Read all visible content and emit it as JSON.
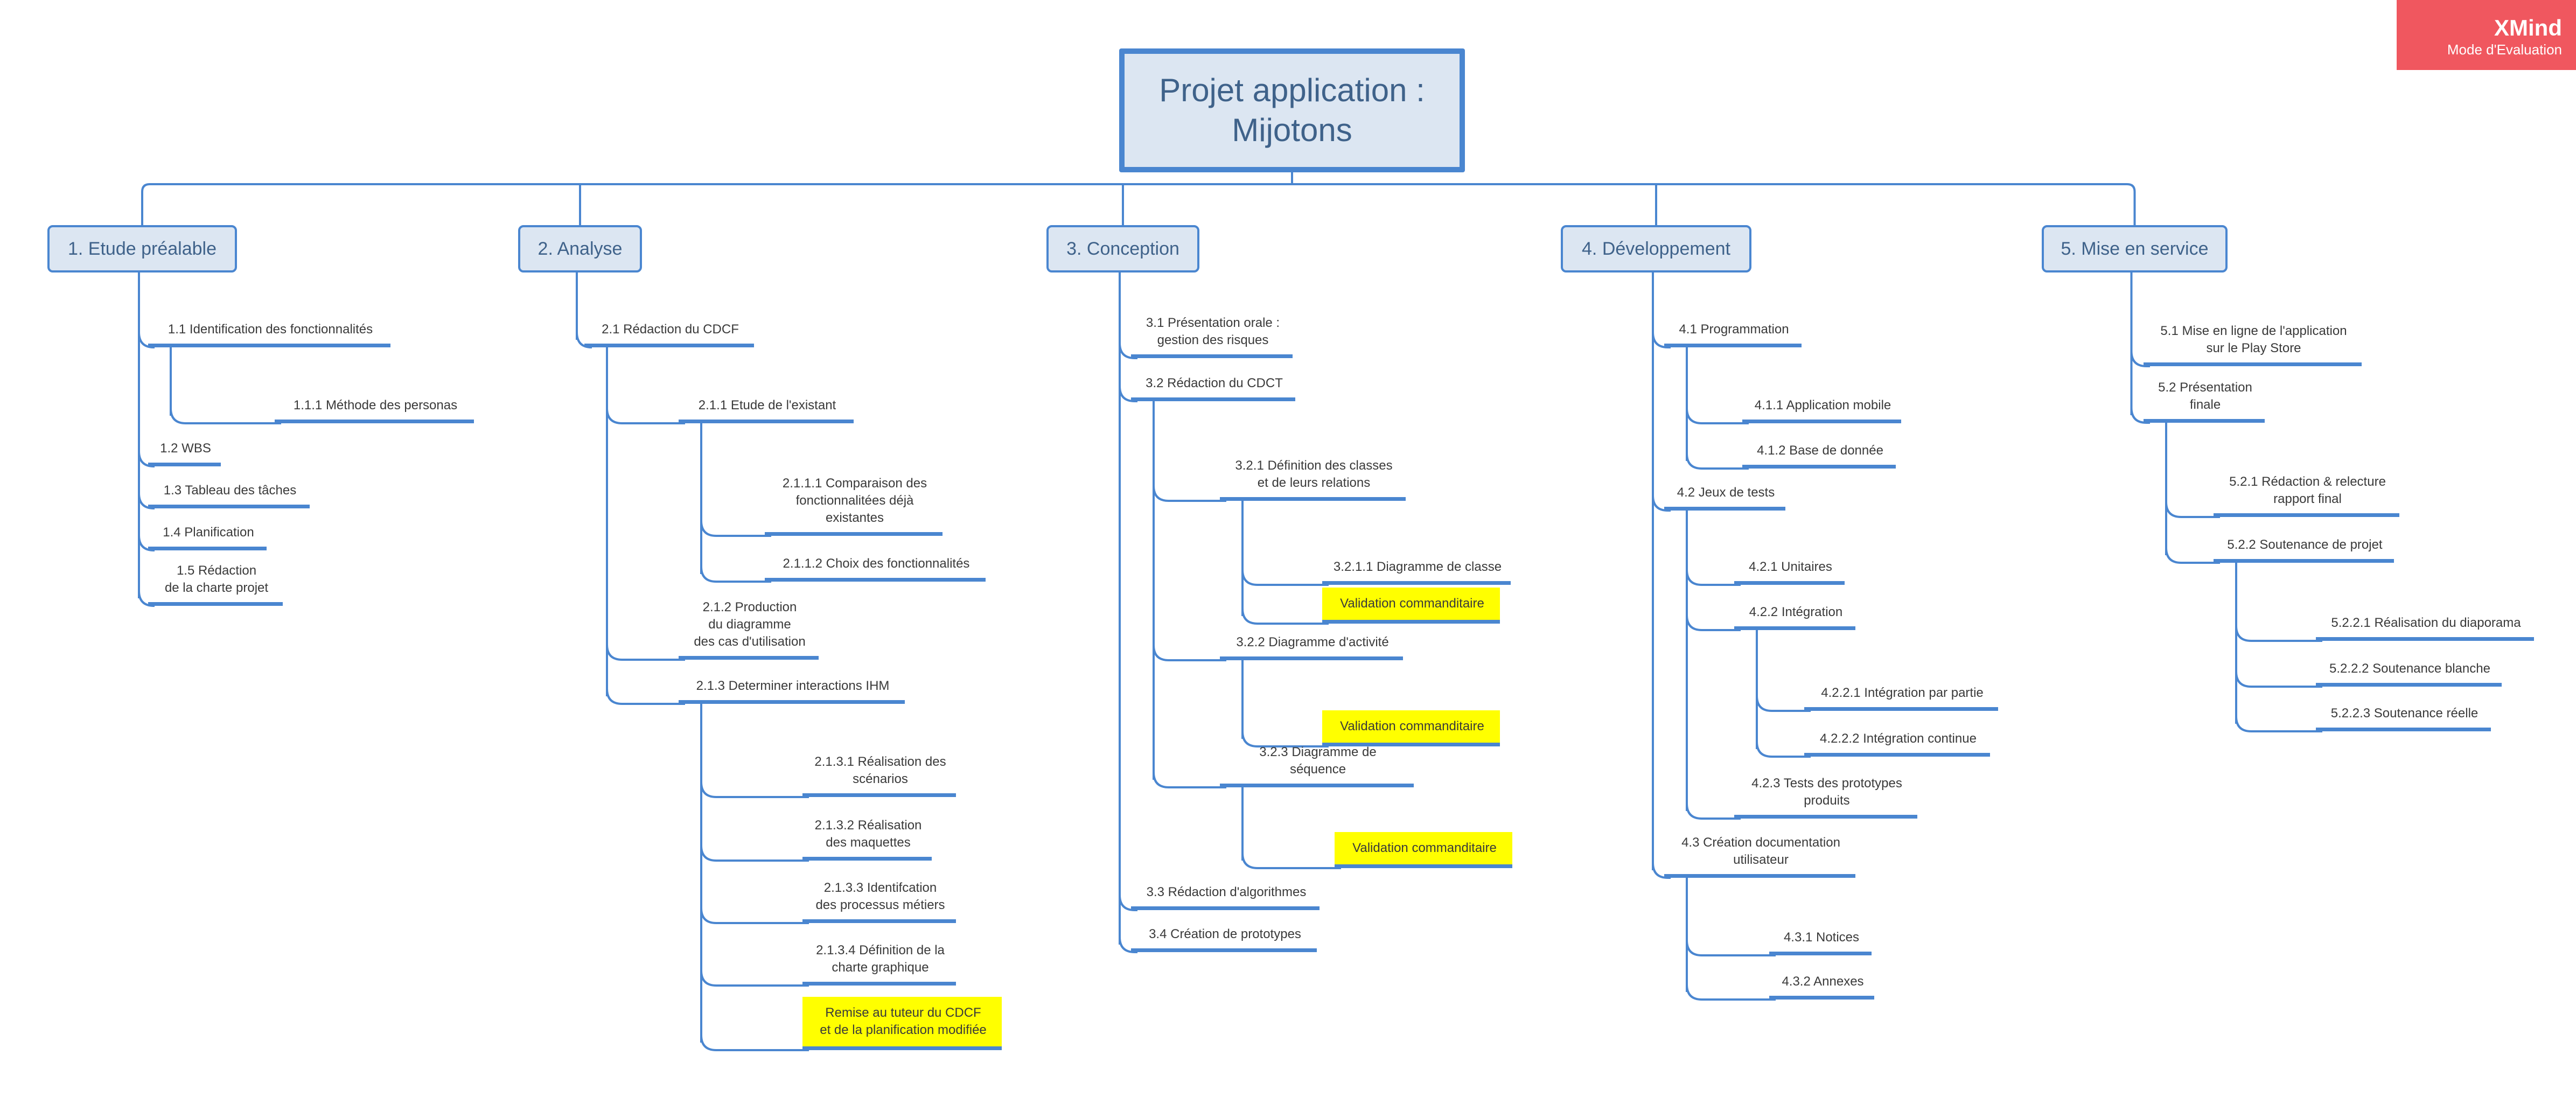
{
  "watermark": {
    "brand": "XMind",
    "mode": "Mode d'Evaluation"
  },
  "root": {
    "label": "Projet application :\nMijotons"
  },
  "branches": [
    {
      "id": "b1",
      "label": "1. Etude préalable"
    },
    {
      "id": "b2",
      "label": "2. Analyse"
    },
    {
      "id": "b3",
      "label": "3. Conception"
    },
    {
      "id": "b4",
      "label": "4. Développement"
    },
    {
      "id": "b5",
      "label": "5. Mise en service"
    }
  ],
  "topics": [
    {
      "id": "t1_1",
      "parent": "b1",
      "label": "1.1 Identification des fonctionnalités"
    },
    {
      "id": "t1_1_1",
      "parent": "t1_1",
      "label": "1.1.1 Méthode des personas"
    },
    {
      "id": "t1_2",
      "parent": "b1",
      "label": "1.2 WBS"
    },
    {
      "id": "t1_3",
      "parent": "b1",
      "label": "1.3 Tableau des tâches"
    },
    {
      "id": "t1_4",
      "parent": "b1",
      "label": "1.4 Planification"
    },
    {
      "id": "t1_5",
      "parent": "b1",
      "label": "1.5 Rédaction\nde la charte projet"
    },
    {
      "id": "t2_1",
      "parent": "b2",
      "label": "2.1 Rédaction du CDCF"
    },
    {
      "id": "t2_1_1",
      "parent": "t2_1",
      "label": "2.1.1 Etude de l'existant"
    },
    {
      "id": "t2_1_1_1",
      "parent": "t2_1_1",
      "label": "2.1.1.1 Comparaison des\nfonctionnalitées déjà\nexistantes"
    },
    {
      "id": "t2_1_1_2",
      "parent": "t2_1_1",
      "label": "2.1.1.2 Choix des fonctionnalités"
    },
    {
      "id": "t2_1_2",
      "parent": "t2_1",
      "label": "2.1.2 Production\ndu diagramme\ndes cas d'utilisation"
    },
    {
      "id": "t2_1_3",
      "parent": "t2_1",
      "label": "2.1.3 Determiner interactions IHM"
    },
    {
      "id": "t2_1_3_1",
      "parent": "t2_1_3",
      "label": "2.1.3.1 Réalisation des\nscénarios"
    },
    {
      "id": "t2_1_3_2",
      "parent": "t2_1_3",
      "label": "2.1.3.2 Réalisation\ndes maquettes"
    },
    {
      "id": "t2_1_3_3",
      "parent": "t2_1_3",
      "label": "2.1.3.3 Identifcation\ndes processus métiers"
    },
    {
      "id": "t2_1_3_4",
      "parent": "t2_1_3",
      "label": "2.1.3.4 Définition de la\ncharte graphique"
    },
    {
      "id": "t2_1_3_5",
      "parent": "t2_1_3",
      "label": "Remise au tuteur du CDCF\net de la planification modifiée",
      "highlight": true
    },
    {
      "id": "t3_1",
      "parent": "b3",
      "label": "3.1 Présentation orale :\ngestion des risques"
    },
    {
      "id": "t3_2",
      "parent": "b3",
      "label": "3.2 Rédaction du CDCT"
    },
    {
      "id": "t3_2_1",
      "parent": "t3_2",
      "label": "3.2.1 Définition des classes\net de leurs relations"
    },
    {
      "id": "t3_2_1_1",
      "parent": "t3_2_1",
      "label": "3.2.1.1 Diagramme de classe"
    },
    {
      "id": "t3_2_1_2",
      "parent": "t3_2_1",
      "label": "Validation commanditaire",
      "highlight": true
    },
    {
      "id": "t3_2_2",
      "parent": "t3_2",
      "label": "3.2.2 Diagramme d'activité"
    },
    {
      "id": "t3_2_2_1",
      "parent": "t3_2_2",
      "label": "Validation commanditaire",
      "highlight": true
    },
    {
      "id": "t3_2_3",
      "parent": "t3_2",
      "label": "3.2.3 Diagramme de séquence"
    },
    {
      "id": "t3_2_3_1",
      "parent": "t3_2_3",
      "label": "Validation commanditaire",
      "highlight": true
    },
    {
      "id": "t3_3",
      "parent": "b3",
      "label": "3.3 Rédaction d'algorithmes"
    },
    {
      "id": "t3_4",
      "parent": "b3",
      "label": "3.4 Création de prototypes"
    },
    {
      "id": "t4_1",
      "parent": "b4",
      "label": "4.1 Programmation"
    },
    {
      "id": "t4_1_1",
      "parent": "t4_1",
      "label": "4.1.1 Application mobile"
    },
    {
      "id": "t4_1_2",
      "parent": "t4_1",
      "label": "4.1.2 Base de donnée"
    },
    {
      "id": "t4_2",
      "parent": "b4",
      "label": "4.2 Jeux de tests"
    },
    {
      "id": "t4_2_1",
      "parent": "t4_2",
      "label": "4.2.1 Unitaires"
    },
    {
      "id": "t4_2_2",
      "parent": "t4_2",
      "label": "4.2.2 Intégration"
    },
    {
      "id": "t4_2_2_1",
      "parent": "t4_2_2",
      "label": "4.2.2.1 Intégration par partie"
    },
    {
      "id": "t4_2_2_2",
      "parent": "t4_2_2",
      "label": "4.2.2.2 Intégration continue"
    },
    {
      "id": "t4_2_3",
      "parent": "t4_2",
      "label": "4.2.3 Tests des prototypes\nproduits"
    },
    {
      "id": "t4_3",
      "parent": "b4",
      "label": "4.3 Création documentation\nutilisateur"
    },
    {
      "id": "t4_3_1",
      "parent": "t4_3",
      "label": "4.3.1 Notices"
    },
    {
      "id": "t4_3_2",
      "parent": "t4_3",
      "label": "4.3.2 Annexes"
    },
    {
      "id": "t5_1",
      "parent": "b5",
      "label": "5.1 Mise en ligne de l'application\nsur le Play Store"
    },
    {
      "id": "t5_2",
      "parent": "b5",
      "label": "5.2 Présentation\nfinale"
    },
    {
      "id": "t5_2_1",
      "parent": "t5_2",
      "label": "5.2.1 Rédaction & relecture\nrapport final"
    },
    {
      "id": "t5_2_2",
      "parent": "t5_2",
      "label": "5.2.2 Soutenance de projet"
    },
    {
      "id": "t5_2_2_1",
      "parent": "t5_2_2",
      "label": "5.2.2.1 Réalisation du diaporama"
    },
    {
      "id": "t5_2_2_2",
      "parent": "t5_2_2",
      "label": "5.2.2.2 Soutenance blanche"
    },
    {
      "id": "t5_2_2_3",
      "parent": "t5_2_2",
      "label": "5.2.2.3 Soutenance réelle"
    }
  ]
}
